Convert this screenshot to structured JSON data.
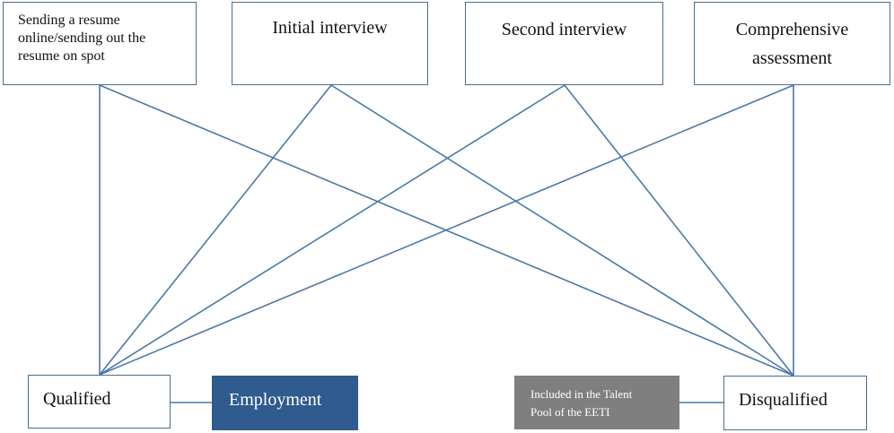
{
  "stages": {
    "resume": "Sending a resume\nonline/sending out the\nresume on spot",
    "initial_interview": "Initial interview",
    "second_interview": "Second interview",
    "comprehensive_assessment": "Comprehensive\nassessment"
  },
  "outcomes": {
    "qualified": "Qualified",
    "employment": "Employment",
    "talent_pool": "Included in the Talent\nPool of the EETI",
    "disqualified": "Disqualified"
  },
  "colors": {
    "line": "#4a79a6",
    "box_border": "#4a6d8c",
    "employment_fill": "#2f5b8e",
    "talent_pool_fill": "#7f7f7f"
  }
}
